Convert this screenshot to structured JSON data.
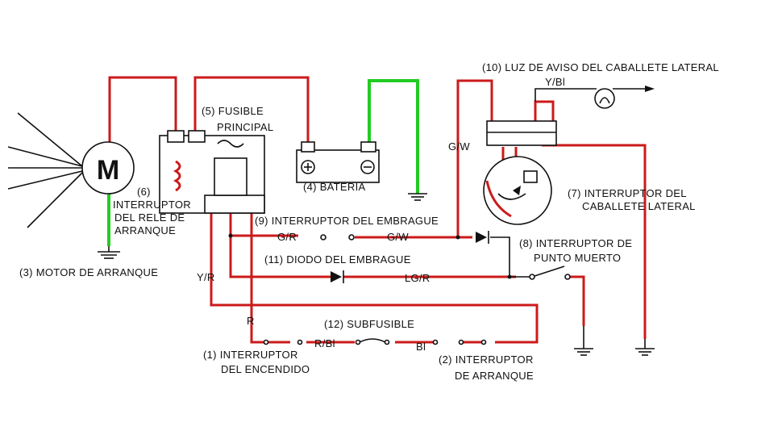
{
  "diagram": {
    "motor_symbol": "M",
    "labels": {
      "luz_aviso": "(10) LUZ DE AVISO DEL CABALLETE LATERAL",
      "y_bl": "Y/Bl",
      "fusible_1": "(5) FUSIBLE",
      "fusible_2": "PRINCIPAL",
      "gw_top": "G/W",
      "rele_num": "(6)",
      "rele_1": "INTERRUPTOR",
      "rele_2": "DEL RELE DE",
      "rele_3": "ARRANQUE",
      "bateria": "(4) BATERIA",
      "cab_1": "(7) INTERRUPTOR DEL",
      "cab_2": "CABALLETE LATERAL",
      "embrague": "(9) INTERRUPTOR DEL EMBRAGUE",
      "g_r": "G/R",
      "g_w_mid": "G/W",
      "pm_1": "(8) INTERRUPTOR DE",
      "pm_2": "PUNTO MUERTO",
      "motor": "(3) MOTOR DE ARRANQUE",
      "diodo": "(11) DIODO DEL EMBRAGUE",
      "y_r": "Y/R",
      "lg_r": "LG/R",
      "r": "R",
      "subfusible": "(12) SUBFUSIBLE",
      "r_bl": "R/Bl",
      "bl": "Bl",
      "enc_1": "(1) INTERRUPTOR",
      "enc_2": "DEL ENCENDIDO",
      "arr_1": "(2) INTERRUPTOR",
      "arr_2": "DE ARRANQUE"
    },
    "colors": {
      "wire_red": "#cc1a1a",
      "wire_green": "#22cc22",
      "ink": "#111111"
    }
  }
}
